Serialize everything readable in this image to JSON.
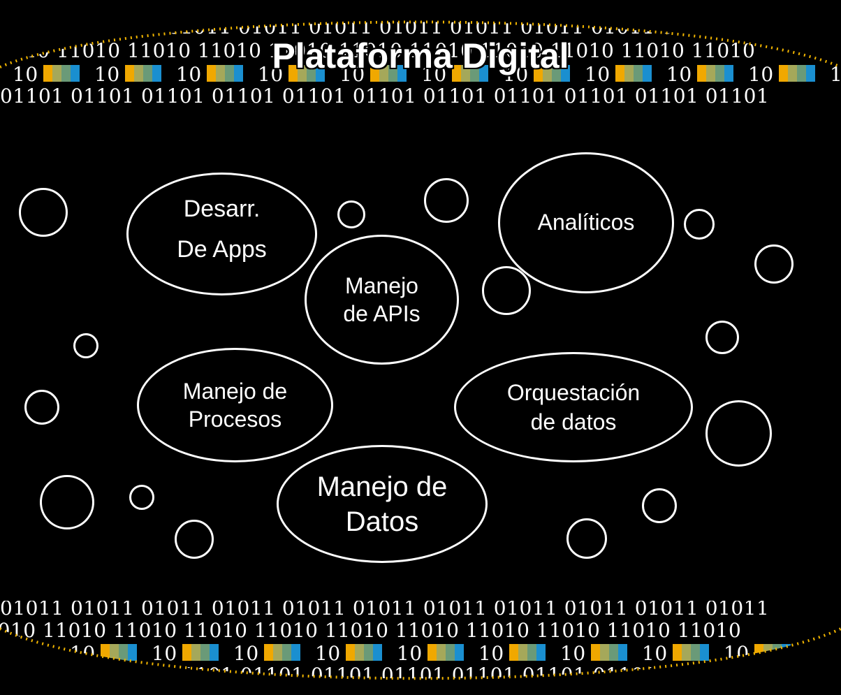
{
  "title": "Plataforma Digital",
  "binary": {
    "row_a": "01011 01011 01011 01011 01011 01011 01011 01011 01011 01011 01011",
    "row_b": "11010 11010 11010 11010 11010 11010 11010 11010 11010 11010 11010",
    "row_c": "10",
    "row_d": "01101 01101 01101 01101 01101 01101 01101 01101 01101 01101 01101"
  },
  "colors": {
    "background": "#000000",
    "stroke": "#ffffff",
    "dotted_border": "#f0b400",
    "block_colors": [
      "#f0a800",
      "#a5a85a",
      "#6a9a78",
      "#1a8fd0"
    ]
  },
  "nodes": [
    {
      "id": "desarrollo-apps",
      "lines": [
        "Desarr.",
        "De Apps"
      ]
    },
    {
      "id": "analiticos",
      "lines": [
        "Analíticos"
      ]
    },
    {
      "id": "manejo-apis",
      "lines": [
        "Manejo",
        "de APIs"
      ]
    },
    {
      "id": "manejo-procesos",
      "lines": [
        "Manejo de",
        "Procesos"
      ]
    },
    {
      "id": "orquestacion-datos",
      "lines": [
        "Orquestación",
        "de datos"
      ]
    },
    {
      "id": "manejo-datos",
      "lines": [
        "Manejo de",
        "Datos"
      ]
    }
  ]
}
